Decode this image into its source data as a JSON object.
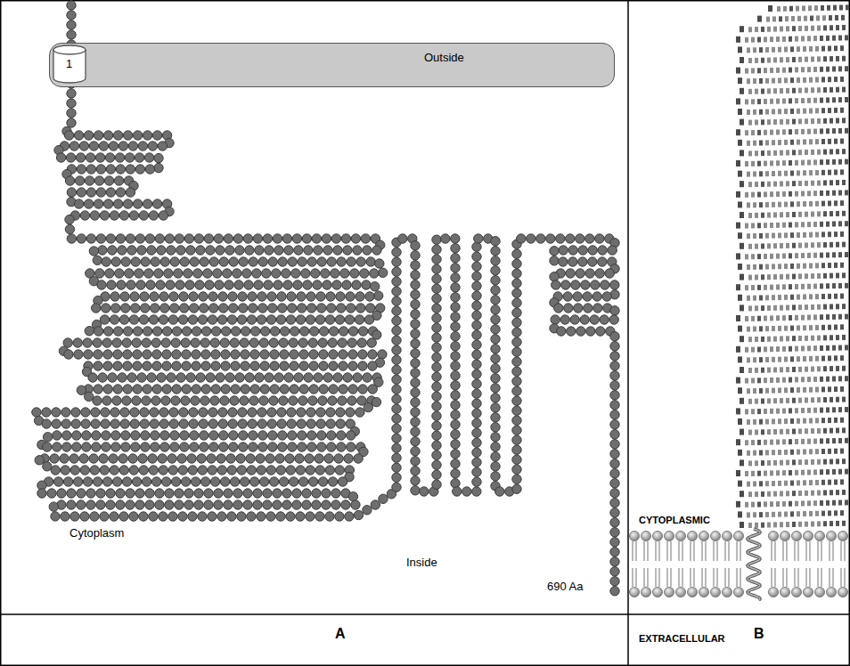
{
  "diagram": {
    "nodes": [
      {
        "text": [
          "Outside"
        ]
      },
      {
        "text": [
          "1"
        ],
        "in": 0
      }
    ],
    "labels": [
      "Cytoplasm",
      "Inside",
      "690 Aa",
      "A",
      "CYTOPLASMIC",
      "EXTRACELLULAR",
      "B"
    ]
  }
}
